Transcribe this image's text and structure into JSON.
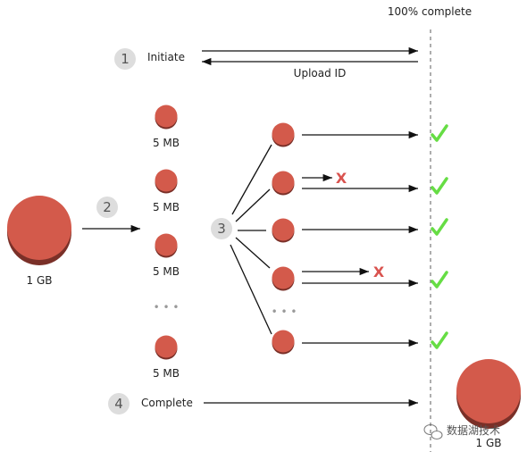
{
  "header": {
    "progress_label": "100% complete"
  },
  "steps": [
    {
      "number": "1",
      "label": "Initiate"
    },
    {
      "number": "2",
      "label": ""
    },
    {
      "number": "3",
      "label": ""
    },
    {
      "number": "4",
      "label": "Complete"
    }
  ],
  "initiate": {
    "response_label": "Upload ID"
  },
  "source": {
    "size_label": "1 GB"
  },
  "parts": {
    "size_label": "5 MB",
    "ellipsis": "• • •"
  },
  "result": {
    "size_label": "1 GB"
  },
  "marks": {
    "check": "✓",
    "fail": "X"
  },
  "watermark": {
    "text": "数据湖技术",
    "icon": "wechat-icon"
  },
  "colors": {
    "ball": "#d35a4b",
    "ball_dark": "#7a3028",
    "check": "#66dd44",
    "fail": "#d9534f",
    "step_circle": "#dddddd",
    "dashed": "#777777"
  }
}
